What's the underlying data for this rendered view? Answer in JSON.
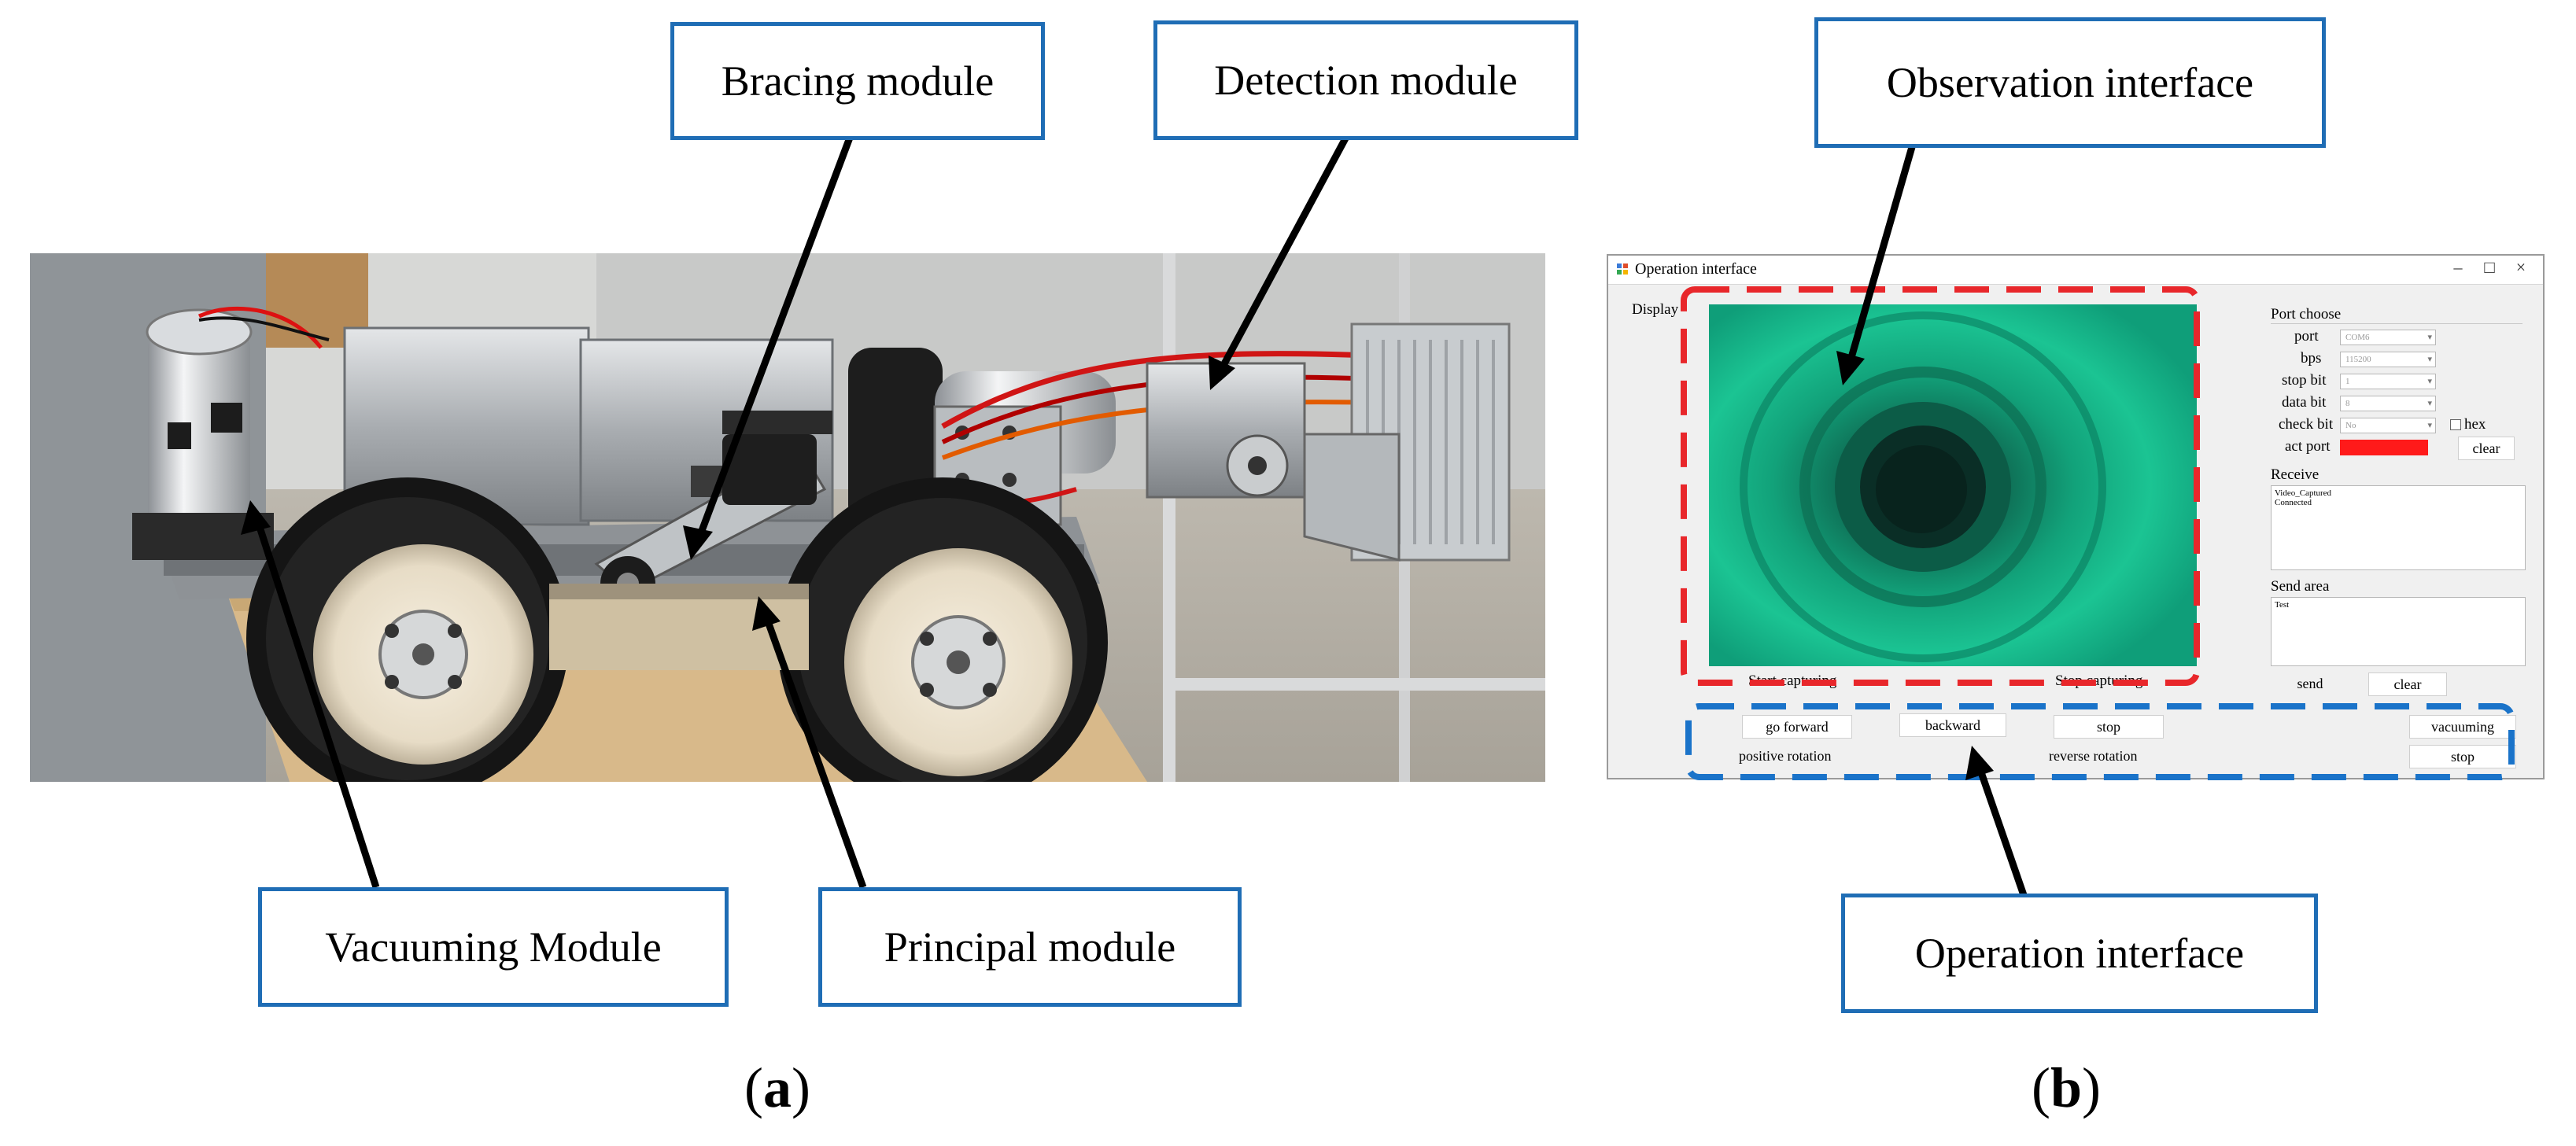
{
  "callouts": {
    "bracing": "Bracing module",
    "detection": "Detection module",
    "vacuuming": "Vacuuming Module",
    "principal": "Principal module",
    "observation": "Observation interface",
    "operation": "Operation interface"
  },
  "panel_labels": {
    "a": "a",
    "b": "b"
  },
  "window": {
    "title": "Operation interface",
    "controls": {
      "minimize": "–",
      "maximize": "□",
      "close": "×"
    },
    "display_label": "Display",
    "port_choose": {
      "heading": "Port choose",
      "port_label": "port",
      "port_value": "COM6",
      "bps_label": "bps",
      "bps_value": "115200",
      "stopbit_label": "stop bit",
      "stopbit_value": "1",
      "databit_label": "data bit",
      "databit_value": "8",
      "checkbit_label": "check bit",
      "checkbit_value": "No",
      "hex_label": "hex",
      "actport_label": "act port",
      "clear_label": "clear",
      "status_color": "#ff1a1a"
    },
    "receive": {
      "heading": "Receive",
      "line1": "Video_Captured",
      "line2": "Connected"
    },
    "send": {
      "heading": "Send area",
      "text": "Test",
      "send_label": "send",
      "clear_label": "clear"
    },
    "capture": {
      "start": "Start capturing",
      "stop": "Stop capturing"
    },
    "controls_row": {
      "go_forward": "go forward",
      "backward": "backward",
      "stop": "stop",
      "vacuuming": "vacuuming",
      "positive_rotation": "positive rotation",
      "reverse_rotation": "reverse rotation",
      "stop2": "stop"
    }
  },
  "colors": {
    "callout_border": "#1f6db5",
    "observation_dash": "#e8272b",
    "operation_dash": "#1a73c9",
    "pipe_green": "#0fb58a"
  }
}
